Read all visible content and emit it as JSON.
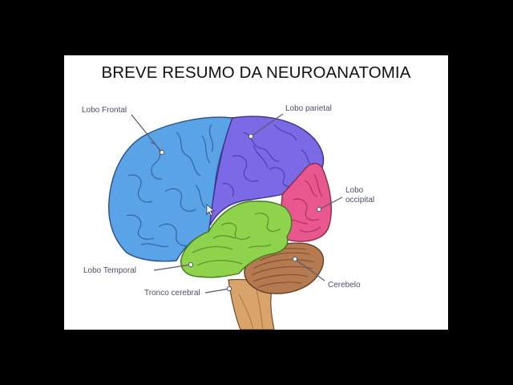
{
  "slide": {
    "title": "BREVE RESUMO DA NEUROANATOMIA"
  },
  "diagram": {
    "labels": {
      "frontal": "Lobo Frontal",
      "parietal": "Lobo parietal",
      "occipital_line1": "Lobo",
      "occipital_line2": "occipital",
      "temporal": "Lobo Temporal",
      "cerebellum": "Cerebelo",
      "brainstem": "Tronco cerebral"
    },
    "colors": {
      "frontal": "#5aa3e6",
      "parietal": "#7b6ae6",
      "occipital": "#e8588e",
      "temporal": "#8fd24c",
      "cerebellum": "#b57a4f",
      "brainstem": "#d9a46a",
      "background": "#000000",
      "slide": "#ffffff"
    }
  }
}
